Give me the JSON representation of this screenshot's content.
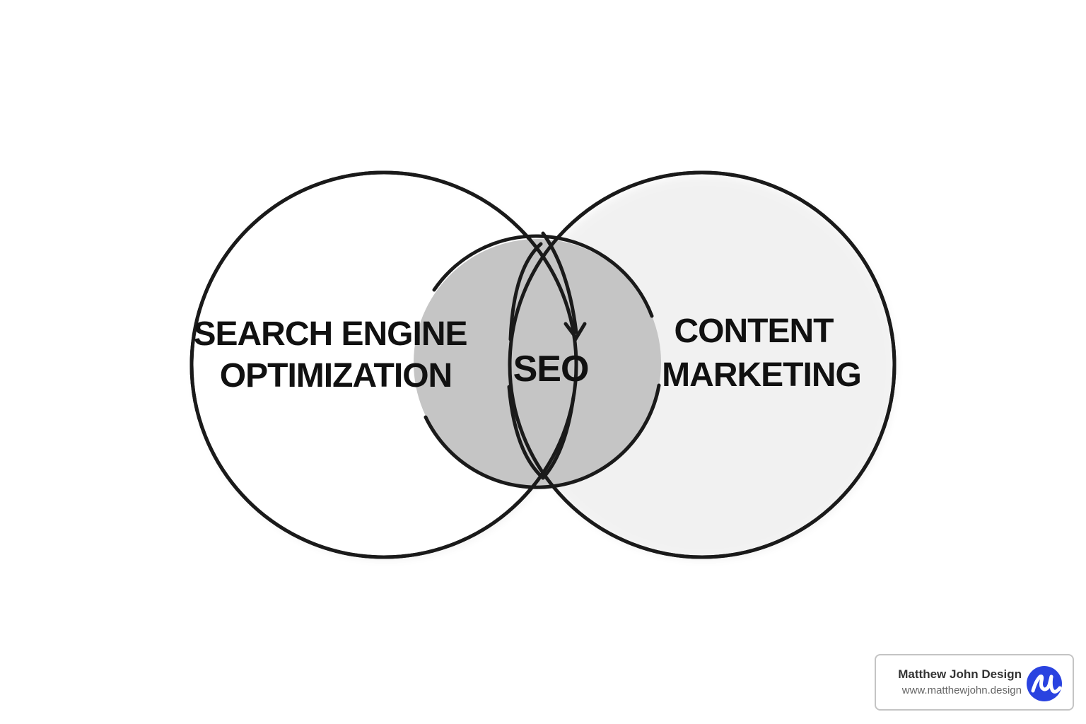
{
  "diagram": {
    "left_circle": {
      "line1": "SEARCH ENGINE",
      "line2": "OPTIMIZATION"
    },
    "right_circle": {
      "line1": "CONTENT",
      "line2": "MARKETING"
    },
    "center": {
      "label": "SEO"
    }
  },
  "badge": {
    "name": "Matthew John Design",
    "url": "www.matthewjohn.design"
  },
  "colors": {
    "stroke": "#1a1a1a",
    "overlap_fill": "#c5c5c5",
    "logo": "#2a43e0"
  },
  "icons": {
    "arrow": "arrow-down-icon",
    "logo": "matthew-john-logo-icon"
  }
}
